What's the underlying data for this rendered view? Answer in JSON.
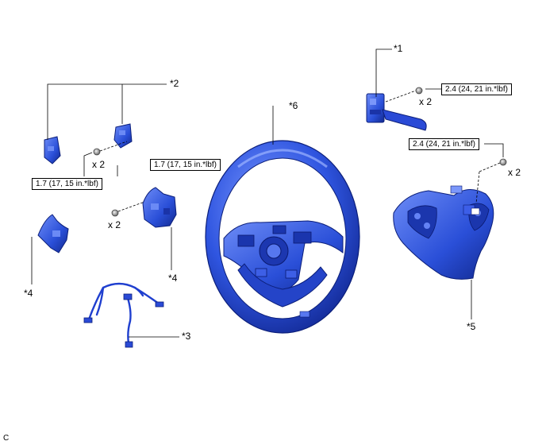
{
  "callouts": {
    "c1": "*1",
    "c2": "*2",
    "c3": "*3",
    "c4a": "*4",
    "c4b": "*4",
    "c5": "*5",
    "c6": "*6"
  },
  "torque": {
    "t_switch_top": "2.4 (24, 21 in.*lbf)",
    "t_switch_right": "2.4 (24, 21 in.*lbf)",
    "t_paddle_left": "1.7 (17, 15 in.*lbf)",
    "t_paddle_center": "1.7 (17, 15 in.*lbf)"
  },
  "quantities": {
    "q1": "x 2",
    "q2": "x 2",
    "q3": "x 2",
    "q4": "x 2"
  },
  "corner_mark": "C",
  "colors": {
    "part_fill": "#2f55e0",
    "part_dark": "#10289a",
    "part_light": "#6f8ff5",
    "line": "#000000",
    "bolt": "#8a8a8a"
  }
}
